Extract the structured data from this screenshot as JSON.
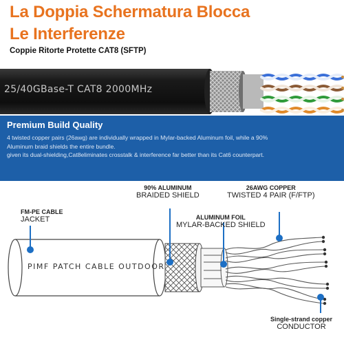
{
  "header": {
    "title_line1": "La Doppia Schermatura Blocca",
    "title_line2": "Le Interferenze",
    "subtitle": "Coppie Ritorte Protette CAT8 (SFTP)"
  },
  "cable_print": "25/40GBase-T  CAT8  2000MHz",
  "premium": {
    "heading": "Premium Build Quality",
    "paragraph1": "4 twisted copper pairs (26awg) are individually wrapped in Mylar-backed Aluminum foil, while a 90% Aluminum braid shields the entire bundle.",
    "paragraph2": "given its dual-shielding,Cat8eliminates crosstalk & interference far better than its Cat6 counterpart."
  },
  "labels": {
    "braid_bold": "90% ALUMINUM",
    "braid_text": "BRAIDED SHIELD",
    "copper_bold": "26AWG COPPER",
    "copper_text": "TWISTED 4 PAIR (F/FTP)",
    "jacket_bold": "FM-PE CABLE",
    "jacket_text": "JACKET",
    "foil_bold": "ALUMINUM FOIL",
    "foil_text": "MYLAR-BACKED SHIELD",
    "conductor_bold": "Single-strand copper",
    "conductor_text": "CONDUCTOR"
  },
  "diagram_cable_text": "PIMF  PATCH  CABLE  OUTDOOR",
  "colors": {
    "title_orange": "#e8731f",
    "banner_blue": "#1d5fa8",
    "pointer_blue": "#1d6fc4",
    "pair_blue": "#3a6fd8",
    "pair_green": "#2f9a3a",
    "pair_orange": "#e08a2a",
    "pair_brown": "#8a5a35"
  }
}
